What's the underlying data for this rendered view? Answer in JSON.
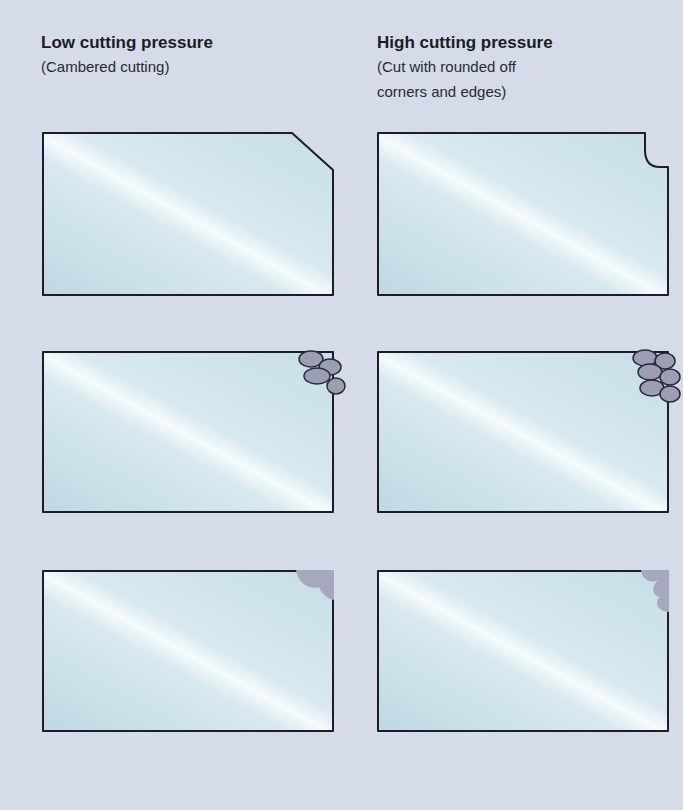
{
  "diagram": {
    "labels": [
      "Low cutting pressure",
      "(Cambered cutting)",
      "High cutting pressure",
      "(Cut with rounded off corners and edges)"
    ]
  }
}
